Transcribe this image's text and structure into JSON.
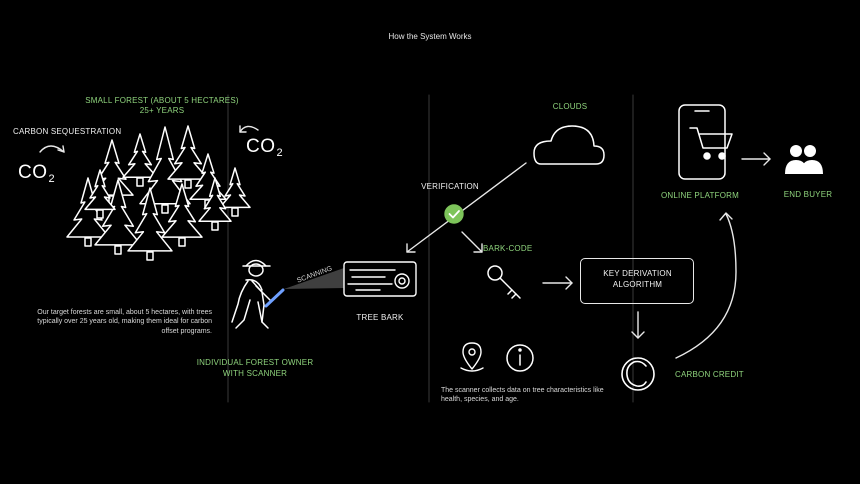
{
  "header": {
    "title": "How the System Works"
  },
  "forest": {
    "title_line1": "SMALL FOREST (ABOUT 5 HECTARES)",
    "title_line2": "25+ YEARS",
    "sequestration_label": "CARBON SEQUESTRATION",
    "co2_left": "CO",
    "co2_right": "CO",
    "co2_subscript": "2",
    "description": "Our target forests are small, about 5 hectares, with trees typically over 25 years old, making them ideal for carbon offset programs."
  },
  "owner": {
    "label_line1": "INDIVIDUAL FOREST OWNER",
    "label_line2": "WITH SCANNER",
    "scan_label": "SCANNING"
  },
  "bark": {
    "label": "TREE BARK"
  },
  "clouds": {
    "label": "CLOUDS"
  },
  "verification": {
    "label": "VERIFICATION"
  },
  "bark_code": {
    "label": "BARK-CODE"
  },
  "algorithm": {
    "line1": "KEY DERIVATION",
    "line2": "ALGORITHM"
  },
  "scanner_note": {
    "text": "The scanner collects data on tree characteristics like health, species, and age."
  },
  "platform": {
    "label": "ONLINE PLATFORM"
  },
  "buyer": {
    "label": "END BUYER"
  },
  "credit": {
    "label": "CARBON CREDIT"
  },
  "colors": {
    "accent_green": "#8fd47d",
    "check_green": "#7dc45a",
    "line": "#e8e8e8",
    "divider": "#3a3a3a",
    "background": "#000000"
  }
}
